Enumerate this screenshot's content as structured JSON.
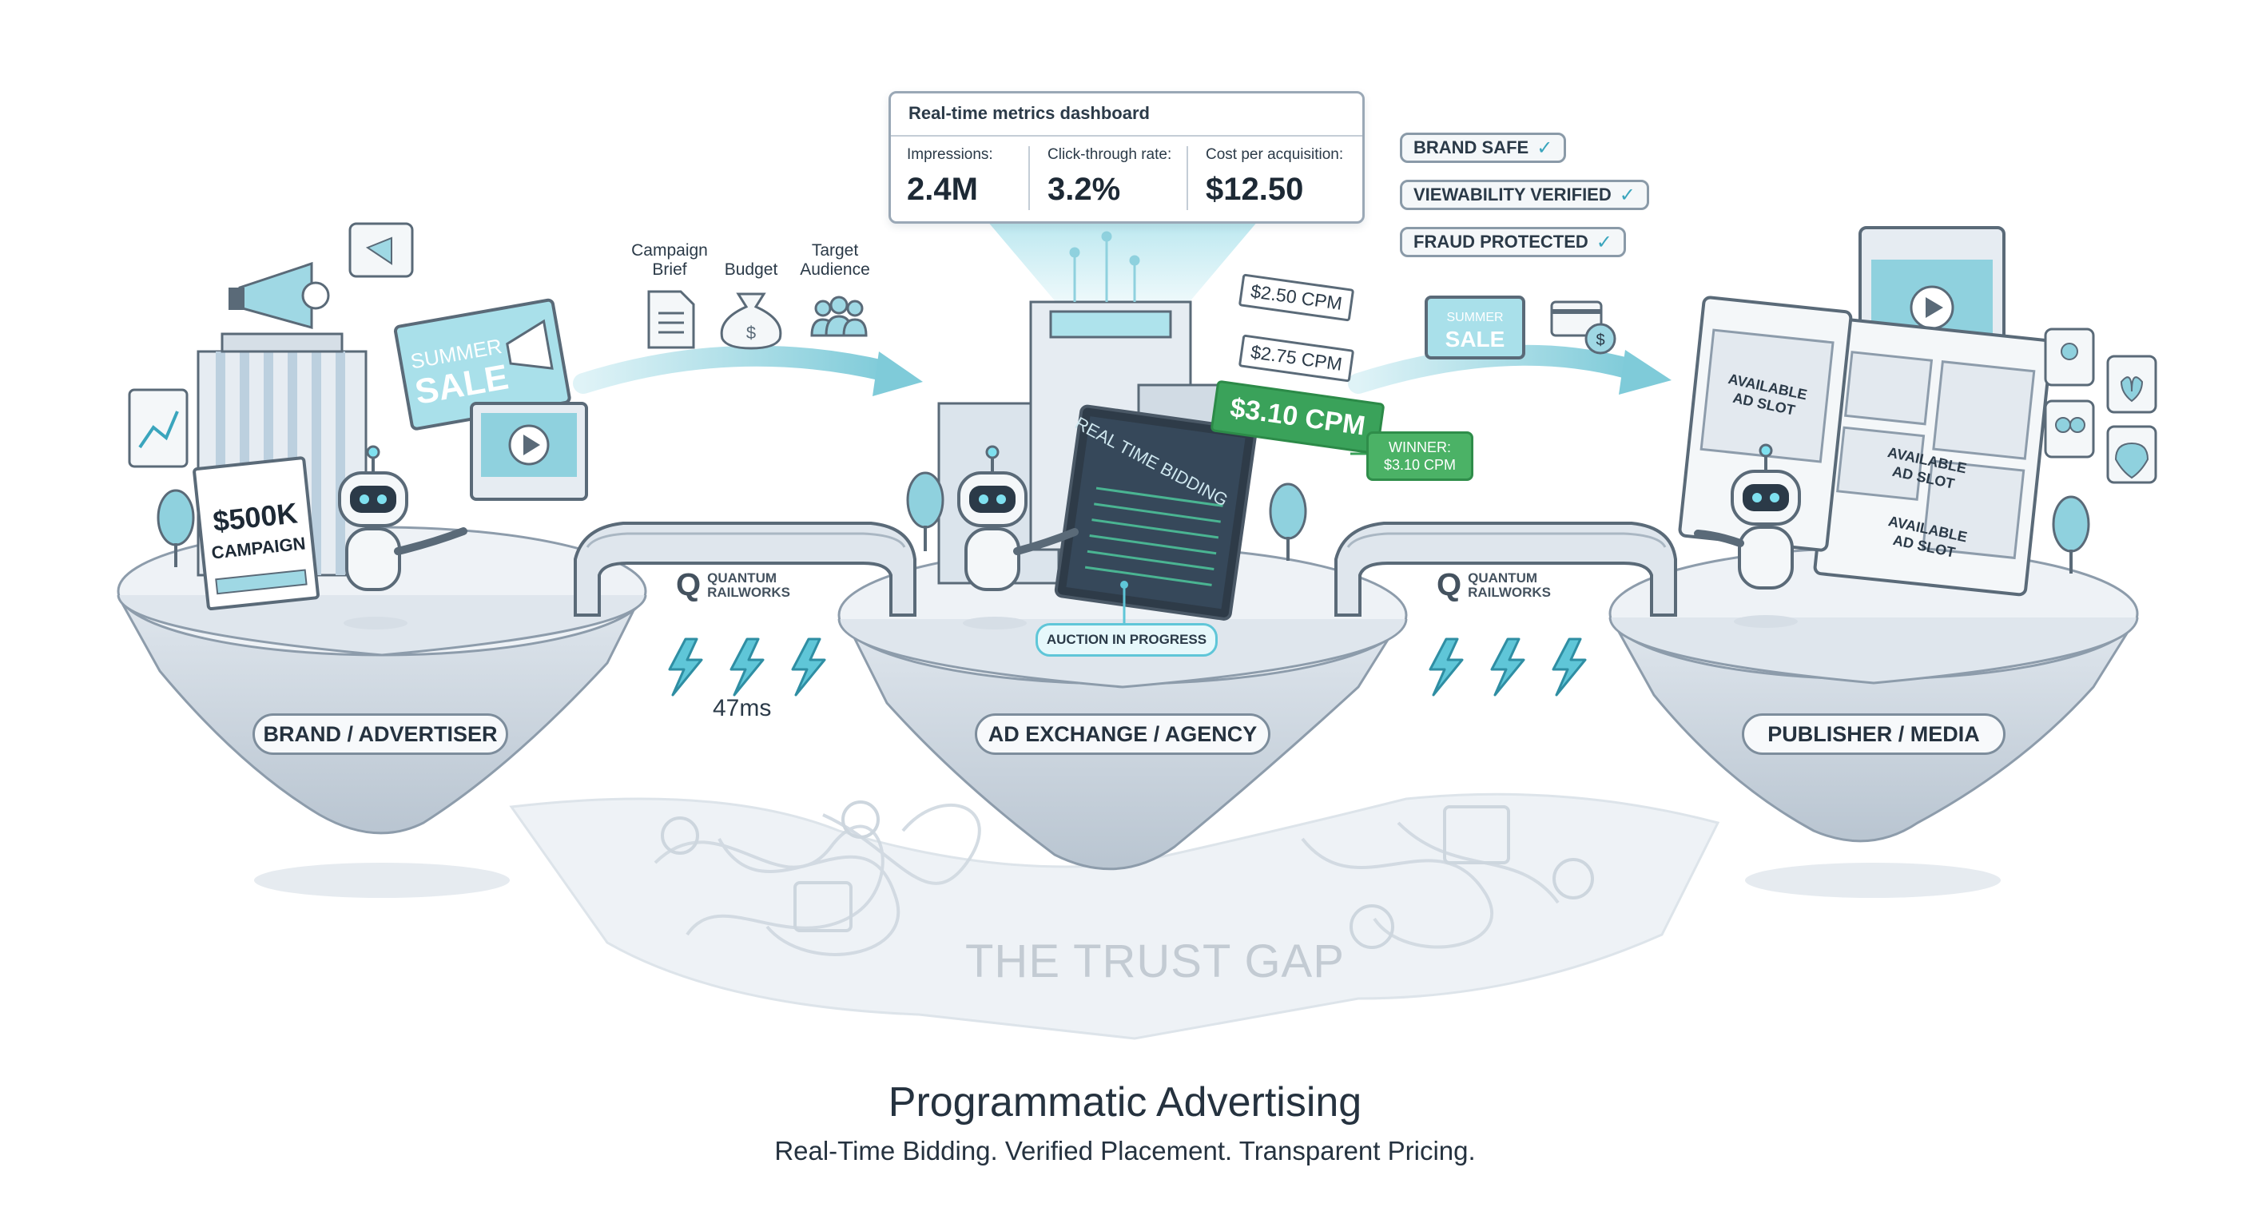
{
  "dashboard": {
    "title": "Real-time metrics dashboard",
    "metrics": [
      {
        "label": "Impressions:",
        "value": "2.4M"
      },
      {
        "label": "Click-through rate:",
        "value": "3.2%"
      },
      {
        "label": "Cost per acquisition:",
        "value": "$12.50"
      }
    ]
  },
  "badges": [
    {
      "label": "BRAND SAFE"
    },
    {
      "label": "VIEWABILITY VERIFIED"
    },
    {
      "label": "FRAUD PROTECTED"
    }
  ],
  "platforms": [
    {
      "label": "BRAND / ADVERTISER"
    },
    {
      "label": "AD EXCHANGE / AGENCY"
    },
    {
      "label": "PUBLISHER / MEDIA"
    }
  ],
  "flow_inputs": {
    "brief": "Campaign\nBrief",
    "budget": "Budget",
    "audience": "Target\nAudience"
  },
  "bridge": {
    "letter": "Q",
    "name_line1": "QUANTUM",
    "name_line2": "RAILWORKS"
  },
  "latency": "47ms",
  "advertiser": {
    "campaign_amount": "$500K",
    "campaign_word": "CAMPAIGN",
    "sale_line1": "SUMMER",
    "sale_line2": "SALE"
  },
  "exchange": {
    "bids": [
      "$2.50 CPM",
      "$2.75 CPM"
    ],
    "winning_bid": "$3.10 CPM",
    "winner_line1": "WINNER:",
    "winner_line2": "$3.10 CPM",
    "screen_title": "REAL TIME BIDDING",
    "auction_status": "AUCTION IN PROGRESS"
  },
  "publisher": {
    "sale_line1": "SUMMER",
    "sale_line2": "SALE",
    "slot_line1": "AVAILABLE",
    "slot_line2": "AD SLOT"
  },
  "gap_label": "THE TRUST GAP",
  "title": "Programmatic Advertising",
  "subtitle": "Real-Time Bidding. Verified Placement. Transparent Pricing.",
  "colors": {
    "accent": "#5fc6d8",
    "winner_green": "#3aa25a",
    "outline": "#5a6a78",
    "platform_fill": "#e9eef3"
  }
}
